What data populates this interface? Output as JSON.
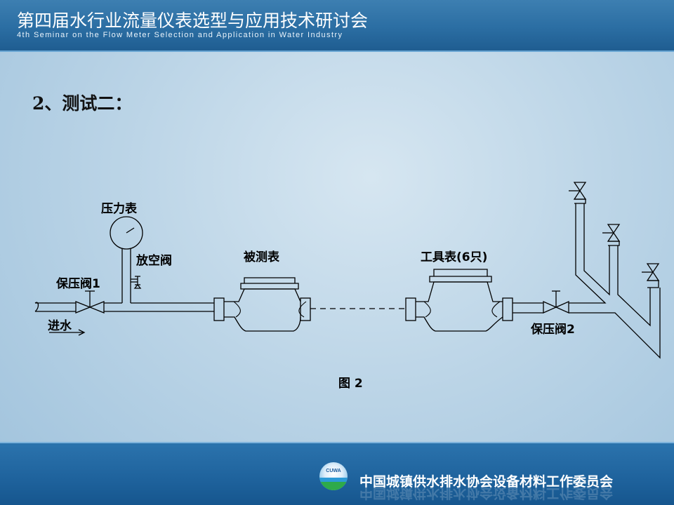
{
  "header": {
    "title_zh": "第四届水行业流量仪表选型与应用技术研讨会",
    "title_en": "4th Seminar on the Flow Meter Selection and Application in Water Industry"
  },
  "slide": {
    "subtitle": "2、测试二："
  },
  "diagram": {
    "labels": {
      "pressure_gauge": "压力表",
      "vent_valve": "放空阀",
      "pressure_valve_1": "保压阀1",
      "water_inlet": "进水",
      "meter_under_test": "被测表",
      "reference_meters": "工具表(6只)",
      "pressure_valve_2": "保压阀2",
      "figure_caption": "图  2"
    }
  },
  "footer": {
    "logo_text": "CUWA",
    "organization": "中国城镇供水排水协会设备材料工作委员会"
  },
  "colors": {
    "header_bg": "#2b6ea3",
    "footer_bg": "#1e629c",
    "background": "#bcd5e7",
    "line": "#000000"
  }
}
